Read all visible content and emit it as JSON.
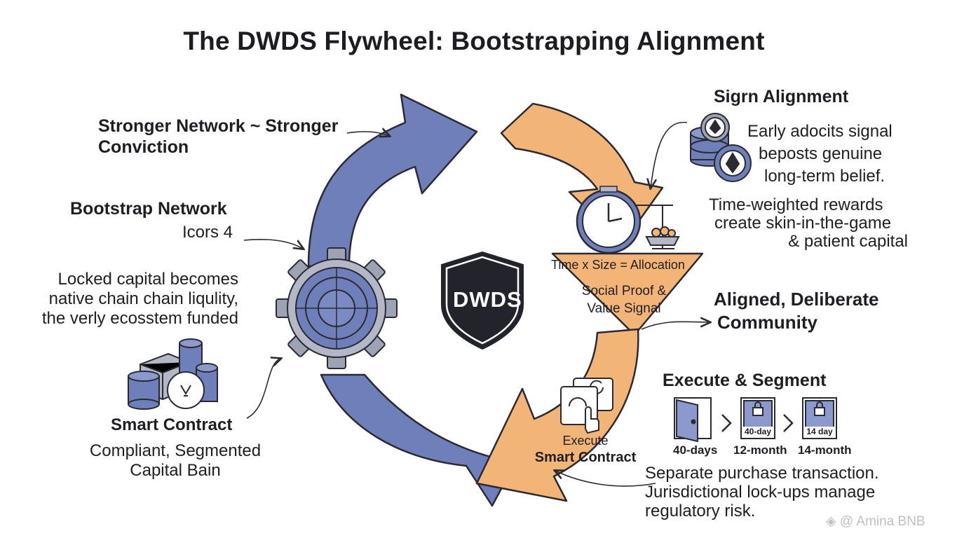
{
  "title": "The DWDS Flywheel: Bootstrapping Alignment",
  "center_logo": "DWDS",
  "colors": {
    "purple": "#6f7fb9",
    "orange": "#f3b577",
    "outline": "#2a2a33"
  },
  "sections": {
    "stronger_network": {
      "heading": "Stronger Network ~ Stronger Conviction"
    },
    "bootstrap": {
      "heading": "Bootstrap Network",
      "subheading": "Icors 4",
      "lines": [
        "Locked capital becomes",
        "native chain chain liqulity,",
        "the verly ecosstem funded"
      ]
    },
    "smart_contract_left": {
      "heading": "Smart Contract",
      "lines": [
        "Compliant, Segmented",
        "Capital Bain"
      ]
    },
    "signal": {
      "heading": "Sigrn Alignment",
      "lines": [
        "Early adocits signal",
        "beposts genuine",
        "long-term belief."
      ],
      "rewards": [
        "Time-weighted rewards",
        "create skin-in-the-game",
        "& patient capital"
      ]
    },
    "clock_scale": {
      "caption": "Time x Size = Allocation"
    },
    "social_proof": {
      "lines": [
        "Social Proof &",
        "Value Signal"
      ]
    },
    "aligned": {
      "lines": [
        "Aligned, Deliberate",
        "Community"
      ]
    },
    "execute": {
      "heading": "Execute & Segment",
      "locks": [
        {
          "badge": "40-day",
          "label": "12-month"
        },
        {
          "badge": "14 day",
          "label": "14-month"
        }
      ],
      "door_label": "40-days",
      "lines": [
        "Separate purchase transaction.",
        "Jurisdictional lock-ups manage",
        "regulatory risk."
      ]
    },
    "execute_contract": {
      "lines": [
        "Execute",
        "Smart Contract"
      ]
    }
  },
  "watermark": "@ Amina BNB"
}
